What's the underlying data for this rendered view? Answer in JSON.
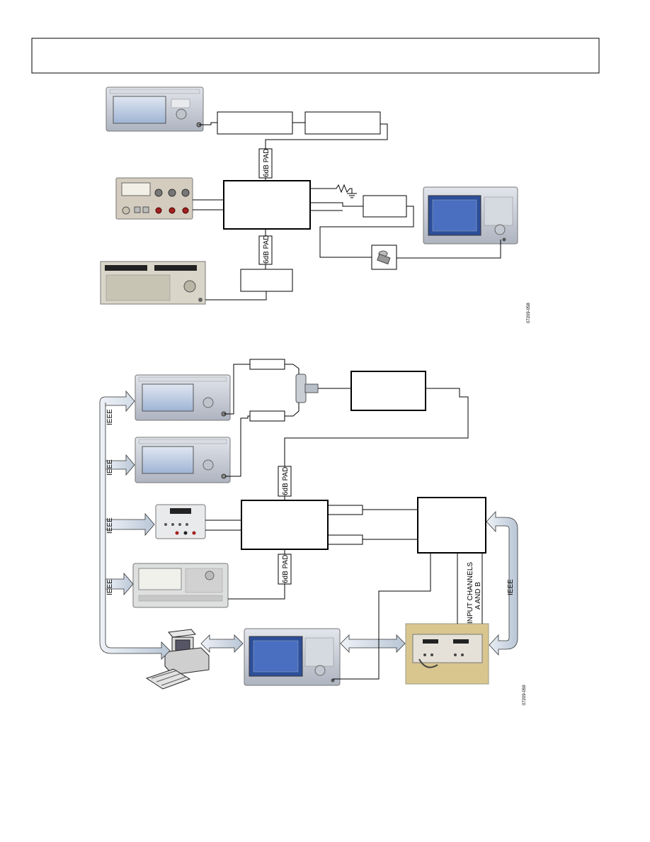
{
  "labels": {
    "pad": "6dB PAD",
    "ieee": "IEEE",
    "input_channels_line1": "INPUT CHANNELS",
    "input_channels_line2": "A AND B"
  },
  "figure_ids": {
    "top": "07209-058",
    "bottom": "07209-059"
  },
  "colors": {
    "line": "#000000",
    "arrow_fill": "#cfd8e3",
    "instrument_panel": "#c7ccd6",
    "instrument_screen": "#5a79b8",
    "bench_unit": "#d8c9a8"
  }
}
